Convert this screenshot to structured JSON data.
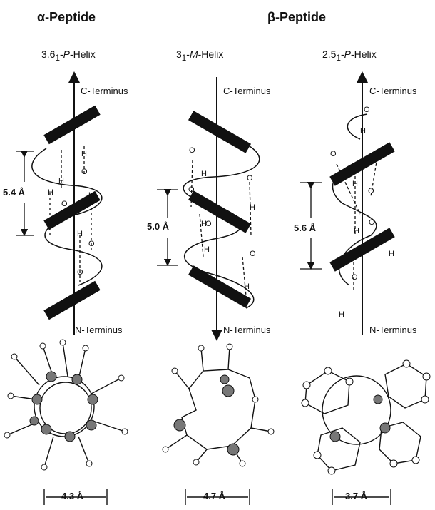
{
  "headers": {
    "alpha": "α-Peptide",
    "beta": "β-Peptide"
  },
  "helices": [
    {
      "name_main": "3.6",
      "name_sub": "1",
      "name_italic": "P",
      "name_rest": "-Helix",
      "c_terminus": "C-Terminus",
      "n_terminus": "N-Terminus",
      "pitch": "5.4 Å",
      "diameter": "4.3 Å"
    },
    {
      "name_main": "3",
      "name_sub": "1",
      "name_italic": "M",
      "name_rest": "-Helix",
      "c_terminus": "C-Terminus",
      "n_terminus": "N-Terminus",
      "pitch": "5.0 Å",
      "diameter": "4.7 Å"
    },
    {
      "name_main": "2.5",
      "name_sub": "1",
      "name_italic": "P",
      "name_rest": "-Helix",
      "c_terminus": "C-Terminus",
      "n_terminus": "N-Terminus",
      "pitch": "5.6 Å",
      "diameter": "3.7 Å"
    }
  ],
  "atoms": {
    "h": "H",
    "o": "O"
  },
  "colors": {
    "ink": "#111111",
    "shade": "#777777",
    "paper": "#ffffff"
  }
}
